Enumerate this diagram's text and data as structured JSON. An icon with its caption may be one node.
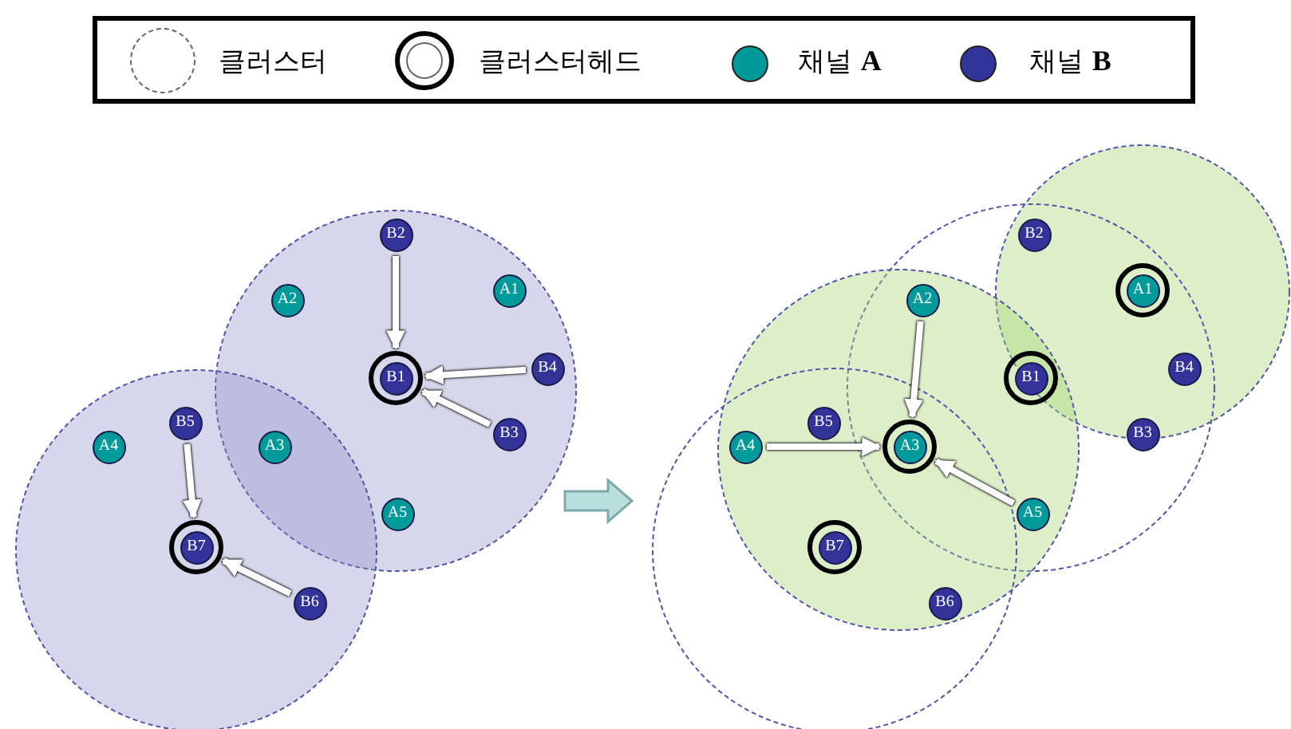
{
  "diagram": {
    "nodes": [
      {
        "text": [
          "B2"
        ]
      },
      {
        "text": [
          "A1"
        ]
      },
      {
        "text": [
          "A2"
        ]
      },
      {
        "text": [],
        "shape": "circle"
      },
      {
        "text": [
          "B1"
        ],
        "in": 3
      },
      {
        "text": [
          "B4"
        ]
      },
      {
        "text": [
          "B3"
        ]
      },
      {
        "text": [
          "B5"
        ]
      },
      {
        "text": [
          "A4"
        ]
      },
      {
        "text": [
          "A3"
        ]
      },
      {
        "text": [
          "A5"
        ]
      },
      {
        "text": [],
        "shape": "circle"
      },
      {
        "text": [
          "B7"
        ],
        "in": 11
      },
      {
        "text": [
          "B6"
        ]
      },
      {
        "text": [
          "B2"
        ]
      },
      {
        "text": [],
        "shape": "circle"
      },
      {
        "text": [
          "A1"
        ],
        "in": 15
      },
      {
        "text": [
          "A2"
        ]
      },
      {
        "text": [],
        "shape": "circle"
      },
      {
        "text": [
          "B1"
        ],
        "in": 18
      },
      {
        "text": [
          "B4"
        ]
      },
      {
        "text": [
          "B5"
        ]
      },
      {
        "text": [
          "B3"
        ]
      },
      {
        "text": [
          "A4"
        ]
      },
      {
        "text": [],
        "shape": "circle"
      },
      {
        "text": [
          "A3"
        ],
        "in": 24
      },
      {
        "text": [
          "A5"
        ]
      },
      {
        "text": [],
        "shape": "circle"
      },
      {
        "text": [
          "B7"
        ],
        "in": 27
      },
      {
        "text": [
          "B6"
        ]
      }
    ],
    "edges": [
      {
        "from": 0,
        "to": 3,
        "arrow": "to"
      },
      {
        "from": 5,
        "to": 3,
        "arrow": "to"
      },
      {
        "from": 6,
        "to": 3,
        "arrow": "to"
      },
      {
        "from": 7,
        "to": 11,
        "arrow": "to"
      },
      {
        "from": 13,
        "to": 11,
        "arrow": "to"
      },
      {
        "from": 17,
        "to": 24,
        "arrow": "to"
      },
      {
        "from": 23,
        "to": 24,
        "arrow": "to"
      },
      {
        "from": 26,
        "to": 24,
        "arrow": "to"
      }
    ],
    "legend": [
      {
        "text": "클러스터"
      },
      {
        "text": "클러스터헤드"
      },
      {
        "text": "채널 **A**",
        "color": "#009999"
      },
      {
        "text": "채널 **B**",
        "color": "#333399"
      }
    ]
  }
}
